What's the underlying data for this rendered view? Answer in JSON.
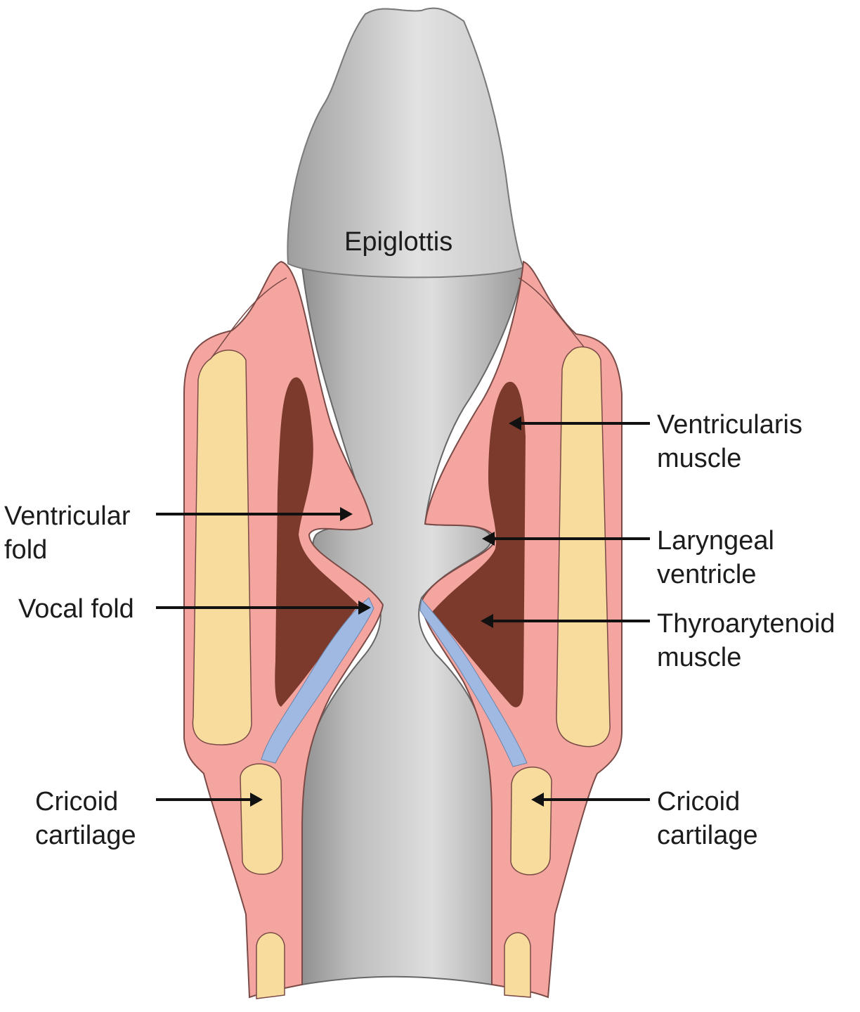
{
  "labels": {
    "epiglottis": "Epiglottis",
    "ventricularis_line1": "Ventricularis",
    "ventricularis_line2": "muscle",
    "ventricular_fold_line1": "Ventricular",
    "ventricular_fold_line2": "fold",
    "laryngeal_line1": "Laryngeal",
    "laryngeal_line2": "ventricle",
    "vocal_fold": "Vocal fold",
    "thyro_line1": "Thyroarytenoid",
    "thyro_line2": "muscle",
    "cricoid_left_line1": "Cricoid",
    "cricoid_left_line2": "cartilage",
    "cricoid_right_line1": "Cricoid",
    "cricoid_right_line2": "cartilage"
  },
  "colors": {
    "mucosa": "#f4a5a0",
    "cartilage": "#f8dc9e",
    "muscle": "#7b3a2c",
    "ligament": "#9fb9e3",
    "airway_light": "#dcdcdc",
    "airway_dark": "#8e8e8e"
  }
}
